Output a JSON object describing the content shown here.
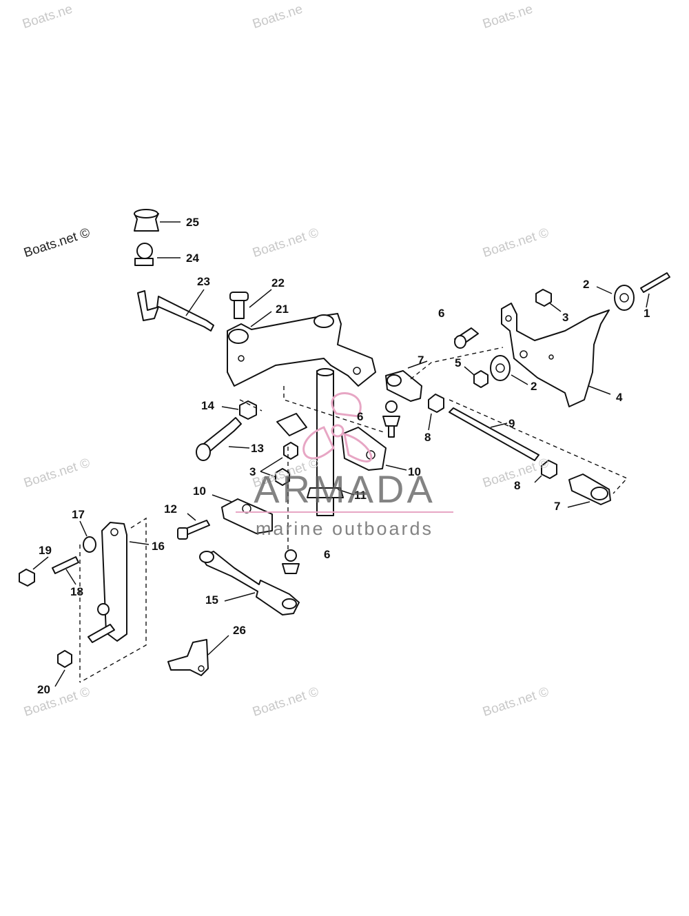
{
  "watermarks": {
    "boats_net": "Boats.net ©",
    "boats_net_corner": "Boats.ne"
  },
  "brand": {
    "name": "ARMADA",
    "tagline": "marine outboards",
    "accent_color": "#e7a6c4",
    "logo_icon": "propeller-icon"
  },
  "callouts": [
    "25",
    "24",
    "23",
    "22",
    "21",
    "2",
    "1",
    "3",
    "4",
    "6",
    "7",
    "5",
    "2",
    "14",
    "6",
    "8",
    "9",
    "13",
    "3",
    "10",
    "10",
    "11",
    "8",
    "7",
    "12",
    "17",
    "19",
    "16",
    "18",
    "6",
    "15",
    "26",
    "20"
  ]
}
